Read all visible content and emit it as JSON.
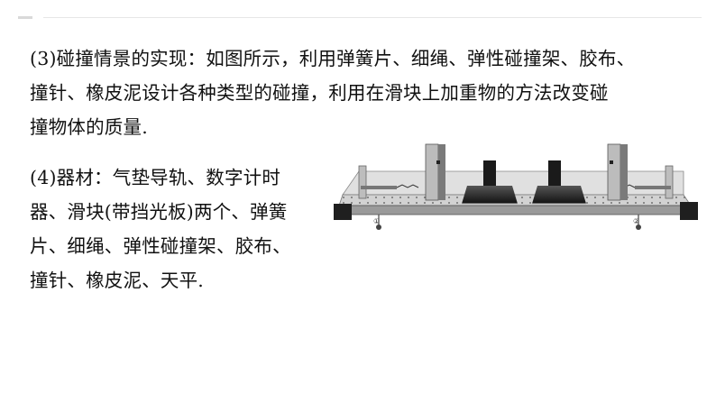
{
  "section3": {
    "lines": [
      "(3)碰撞情景的实现：如图所示，利用弹簧片、细绳、弹性碰撞架、胶布、",
      "撞针、橡皮泥设计各种类型的碰撞，利用在滑块上加重物的方法改变碰",
      "撞物体的质量."
    ]
  },
  "section4": {
    "lines": [
      "(4)器材：气垫导轨、数字计时",
      "器、滑块(带挡光板)两个、弹簧",
      "片、细绳、弹性碰撞架、胶布、",
      "撞针、橡皮泥、天平."
    ]
  },
  "figure": {
    "label_left": "①",
    "label_right": "②",
    "colors": {
      "rail": "#c9c9c9",
      "dark": "#2a2a2a",
      "mid": "#8a8a8a"
    }
  }
}
